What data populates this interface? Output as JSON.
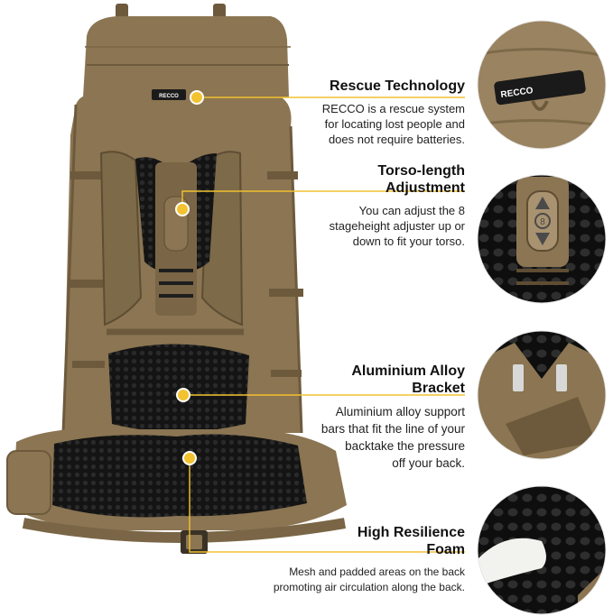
{
  "features": [
    {
      "title": "Rescue Technology",
      "description": [
        "RECCO is a rescue system",
        "for locating lost people and",
        "does not require batteries."
      ],
      "detail_icon": "recco-reflector-zoom"
    },
    {
      "title": [
        "Torso-length",
        "Adjustment"
      ],
      "description": [
        "You can adjust the 8",
        "stageheight adjuster up or",
        "down to fit your torso."
      ],
      "detail_icon": "torso-adjuster-zoom"
    },
    {
      "title": [
        "Aluminium Alloy",
        "Bracket"
      ],
      "description": [
        "Aluminium alloy support",
        "bars that fit the line of your",
        "backtake the pressure",
        "off your back."
      ],
      "detail_icon": "aluminium-bracket-zoom"
    },
    {
      "title": [
        "High Resilience",
        "Foam"
      ],
      "description": [
        "Mesh and padded areas on the back",
        "promoting air circulation along the back."
      ],
      "detail_icon": "mesh-foam-zoom"
    }
  ],
  "labels": {
    "recco_logo": "RECCO",
    "adjuster_number": "8"
  },
  "colors": {
    "accent": "#f2c230",
    "pack": "#8b7552",
    "pack_dark": "#6d5a3d",
    "mesh": "#141414"
  }
}
